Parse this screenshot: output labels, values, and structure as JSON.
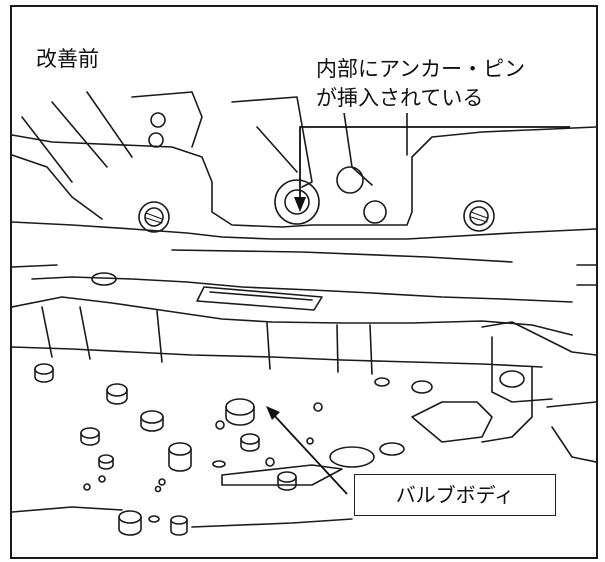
{
  "title": "改善前",
  "labels": {
    "anchor_pin_line1": "内部にアンカー・ピン",
    "anchor_pin_line2": "が挿入されている",
    "valve_body": "バルブボディ"
  }
}
